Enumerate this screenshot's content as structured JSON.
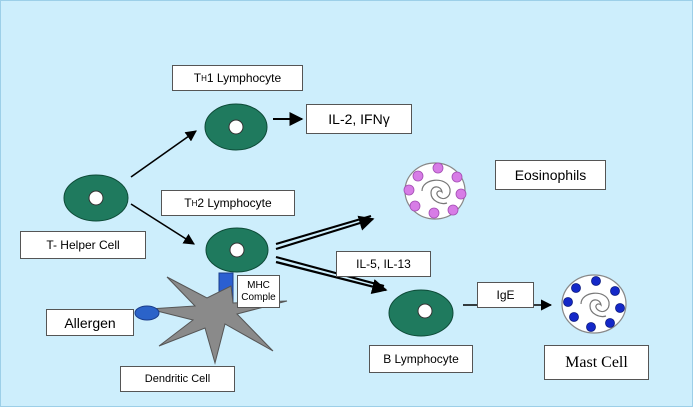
{
  "labels": {
    "th1": {
      "prefix": "T",
      "sub": "H",
      "suffix": "1 Lymphocyte"
    },
    "cytokines_th1": "IL-2, IFNγ",
    "eosinophils": "Eosinophils",
    "th2": {
      "prefix": "T",
      "sub": "H",
      "suffix": "2 Lymphocyte"
    },
    "helper": "T- Helper Cell",
    "il5_il13": "IL-5, IL-13",
    "mhc_line1": "MHC",
    "mhc_line2": "Comple",
    "allergen": "Allergen",
    "ige": "IgE",
    "b_lymphocyte": "B Lymphocyte",
    "mast_cell": "Mast Cell",
    "dendritic": "Dendritic Cell"
  },
  "colors": {
    "background": "#cdeefc",
    "cell_fill": "#1f7a5e",
    "eosinophil_granule": "#d77ce6",
    "mast_granule": "#1428c8",
    "allergen": "#2b63c9",
    "mhc": "#2b5fd1",
    "dendritic": "#8a8a8a"
  }
}
